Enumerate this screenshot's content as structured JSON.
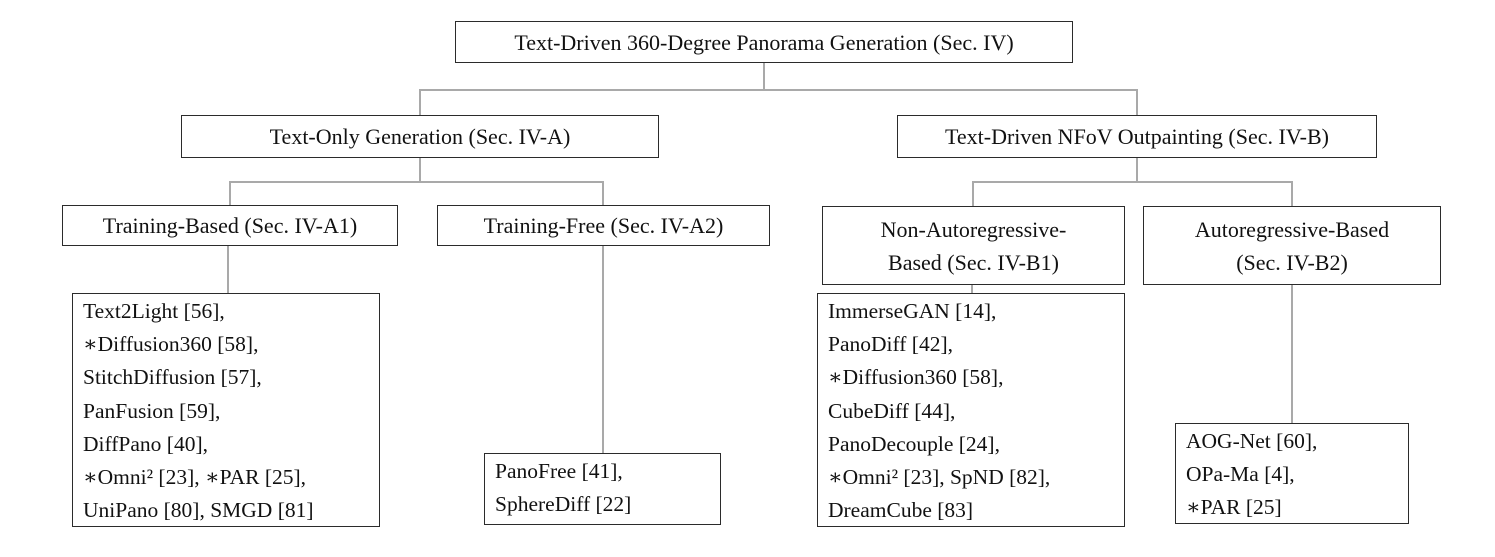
{
  "diagram": {
    "title_node": {
      "label": "Text-Driven 360-Degree Panorama Generation (Sec. IV)"
    },
    "level2": [
      {
        "label": "Text-Only Generation (Sec. IV-A)"
      },
      {
        "label": "Text-Driven NFoV Outpainting (Sec. IV-B)"
      }
    ],
    "level3": [
      {
        "lines": [
          "Training-Based (Sec. IV-A1)"
        ]
      },
      {
        "lines": [
          "Training-Free (Sec. IV-A2)"
        ]
      },
      {
        "lines": [
          "Non-Autoregressive-",
          "Based (Sec. IV-B1)"
        ]
      },
      {
        "lines": [
          "Autoregressive-Based",
          "(Sec. IV-B2)"
        ]
      }
    ],
    "leaves": [
      {
        "lines": [
          "Text2Light [56],",
          "∗Diffusion360 [58],",
          "StitchDiffusion [57],",
          "PanFusion [59],",
          "DiffPano [40],",
          "∗Omni² [23], ∗PAR [25],",
          "UniPano [80], SMGD [81]"
        ]
      },
      {
        "lines": [
          "PanoFree [41],",
          "SphereDiff [22]"
        ]
      },
      {
        "lines": [
          "ImmerseGAN [14],",
          "PanoDiff [42],",
          "∗Diffusion360 [58],",
          "CubeDiff [44],",
          "PanoDecouple [24],",
          "∗Omni² [23], SpND [82],",
          "DreamCube [83]"
        ]
      },
      {
        "lines": [
          "AOG-Net [60],",
          "OPa-Ma [4],",
          "∗PAR [25]"
        ]
      }
    ],
    "colors": {
      "border": "#2b2b2b",
      "connector": "#a9a9a9",
      "background": "#ffffff",
      "text": "#111111"
    }
  }
}
